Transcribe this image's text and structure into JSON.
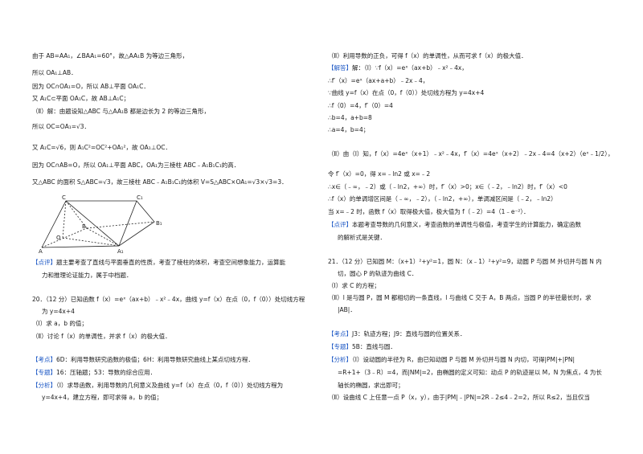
{
  "left": {
    "l1": "由于 AB=AA₁，∠BAA₁=60°，故△AA₁B 为等边三角形，",
    "l2": "所以 OA₁⊥AB．",
    "l3": "因为 OC∩OA₁=O，所以 AB⊥平面 OA₁C．",
    "l4": "又 A₁C⊂平面 OA₁C，故 AB⊥A₁C；",
    "l5": "（Ⅱ）解：由题设知△ABC 与△AA₁B 都是边长为 2 的等边三角形，",
    "l6": "所以 OC=OA₁=√3．",
    "l7": "又 A₁C=√6，则 A₁C²=OC²+OA₁²，故 OA₁⊥OC．",
    "l8": "因为 OC∩AB=O，所以 OA₁⊥平面 ABC，OA₁为三棱柱 ABC﹣A₁B₁C₁的高．",
    "l9": "又△ABC 的面积 S△ABC=√3，故三棱柱 ABC﹣A₁B₁C₁的体积 V=S△ABC×OA₁=√3×√3=3．",
    "figure_labels": {
      "C": "C",
      "C1": "C₁",
      "B": "B",
      "B1": "B₁",
      "O": "O",
      "A": "A",
      "A1": "A₁"
    },
    "comment_tag": "【点评】",
    "comment_line1": "题主要考查了直线与平面垂直的性质，考查了棱柱的体积，考查空间想象能力，运算能",
    "comment_line2": "力和推理论证能力，属于中档题．",
    "q20_line1": "20．（12 分）已知函数 f（x）=eˣ（ax+b）﹣x²﹣4x，曲线 y=f（x）在点（0，f（0））处切线方程",
    "q20_line2": "为 y=4x+4",
    "q20_part1": "（Ⅰ）求 a，b 的值；",
    "q20_part2": "（Ⅱ）讨论 f（x）的单调性，并求 f（x）的极大值．",
    "kaodian_tag": "【考点】",
    "kaodian_text": "6D：利用导数研究函数的极值；6H：利用导数研究曲线上某点切线方程．",
    "zhuanti_tag": "【专题】",
    "zhuanti_text": "16：压轴题；53：导数的综合应用．",
    "fenxi_tag": "【分析】",
    "fenxi_line1": "（Ⅰ）求导函数，利用导数的几何意义及曲线 y=f（x）在点（0，f（0））处切线方程为",
    "fenxi_line2": "y=4x+4，建立方程，即可求得 a，b 的值；"
  },
  "right": {
    "r1": "（Ⅱ）利用导数的正负，可得 f（x）的单调性，从而可求 f（x）的极大值．",
    "jieda_tag": "【解答】",
    "r2": "解：（Ⅰ）∵f（x）=eˣ（ax+b）﹣x²﹣4x，",
    "r3": "∴f′（x）=eˣ（ax+a+b）﹣2x﹣4，",
    "r4": "∵曲线 y=f（x）在点（0，f（0））处切线方程为 y=4x+4",
    "r5": "∴f（0）=4，f′（0）=4",
    "r6": "∴b=4，a+b=8",
    "r7": "∴a=4，b=4；",
    "r8": "（Ⅱ）由（Ⅰ）知，f（x）=4eˣ（x+1）﹣x²﹣4x，f′（x）=4eˣ（x+2）﹣2x﹣4=4（x+2）（eˣ﹣1/2），",
    "r9": "令 f′（x）=0，得 x=﹣ln2 或 x=﹣2",
    "r10": "∴x∈（﹣∞，﹣2）或（﹣ln2，+∞）时，f′（x）>0；x∈（﹣2，﹣ln2）时，f′（x）<0",
    "r11": "∴f（x）的单调增区间是（﹣∞，﹣2），（﹣ln2，+∞），单调减区间是（﹣2，﹣ln2）",
    "r12": "当 x=﹣2 时，函数 f（x）取得极大值，极大值为 f（﹣2）=4（1﹣e⁻²）．",
    "dianping_tag": "【点评】",
    "r13": "本题考查导数的几何意义，考查函数的单调性与极值，考查学生的计算能力，确定函数",
    "r14": "的解析式是关键．",
    "q21_line1": "21．（12 分）已知圆 M：（x+1）²+y²=1，圆 N：（x﹣1）²+y²=9，动圆 P 与圆 M 外切并与圆 N 内",
    "q21_line2": "切，圆心 P 的轨迹为曲线 C．",
    "q21_part1": "（Ⅰ）求 C 的方程；",
    "q21_part2a": "（Ⅱ）l 是与圆 P，圆 M 都相切的一条直线，l 与曲线 C 交于 A，B 两点，当圆 P 的半径最长时，求",
    "q21_part2b": "|AB|．",
    "kaodian_tag": "【考点】",
    "kaodian_text": "J3：轨迹方程；J9：直线与圆的位置关系．",
    "zhuanti_tag": "【专题】",
    "zhuanti_text": "5B：直线与圆．",
    "fenxi_tag": "【分析】",
    "f1": "（Ⅰ）设动圆的半径为 R，由已知动圆 P 与圆 M 外切并与圆 N 内切，可得|PM|+|PN|",
    "f2": "=R+1+（3﹣R）=4，而|NM|=2，由椭圆的定义可知：动点 P 的轨迹是以 M，N 为焦点，4 为长",
    "f3": "轴长的椭圆，求出即可；",
    "f4": "（Ⅱ）设曲线 C 上任意一点 P（x，y），由于|PM|﹣|PN|=2R﹣2≤4﹣2=2，所以 R≤2，当且仅当"
  }
}
